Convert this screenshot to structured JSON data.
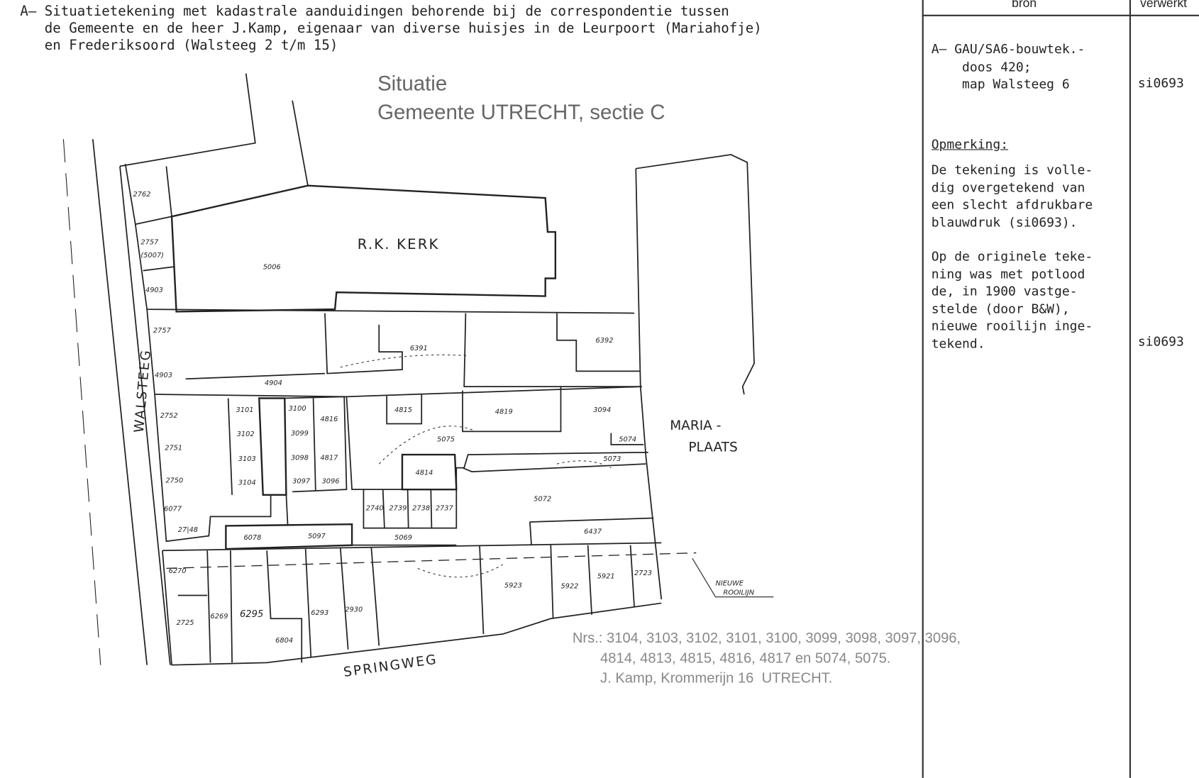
{
  "header": {
    "line1": "A— Situatietekening met kadastrale aanduidingen behorende bij de correspondentie tussen",
    "line2": "   de Gemeente en de heer J.Kamp, eigenaar van diverse huisjes in de Leurpoort (Mariahofje)",
    "line3": "   en Frederiksoord (Walsteeg 2 t/m 15)"
  },
  "table": {
    "col_bron": "bron",
    "col_verwerkt": "verwerkt",
    "source": [
      "A— GAU/SA6-bouwtek.-",
      "    doos 420;",
      "    map Walsteeg 6"
    ],
    "source_ref": "si0693",
    "remark_title": "Opmerking:",
    "remark1": [
      "De tekening is volle-",
      "dig overgetekend van",
      "een slecht afdrukbare",
      "blauwdruk (si0693)."
    ],
    "remark2": [
      "Op de originele teke-",
      "ning was met potlood",
      "de, in 1900 vastge-",
      "stelde (door B&W),",
      "nieuwe rooilijn inge-",
      "tekend."
    ],
    "remark_ref": "si0693"
  },
  "map": {
    "title1": "Situatie",
    "title2": "Gemeente UTRECHT, sectie C",
    "church": "R.K. KERK",
    "street_west": "WALSTEEG",
    "street_south": "SPRINGWEG",
    "square1": "MARIA -",
    "square2": "PLAATS",
    "rooilijn1": "NIEUWE",
    "rooilijn2": "ROOILIJN",
    "parcels": [
      "2762",
      "2757",
      "(5007)",
      "4903",
      "5006",
      "2757",
      "6391",
      "6392",
      "4903",
      "4904",
      "2752",
      "3101",
      "3100",
      "4816",
      "4815",
      "4819",
      "3094",
      "3102",
      "3099",
      "5075",
      "5074",
      "2751",
      "3103",
      "3098",
      "4817",
      "5073",
      "2750",
      "3104",
      "3097",
      "3096",
      "4814",
      "5072",
      "6077",
      "2740",
      "2739",
      "2738",
      "2737",
      "27|48",
      "6078",
      "5097",
      "5069",
      "6437",
      "6270",
      "5923",
      "5922",
      "5921",
      "2723",
      "6295",
      "6293",
      "2725",
      "6269",
      "2930",
      "6804"
    ],
    "note": [
      "Nrs.: 3104, 3103, 3102, 3101, 3100, 3099, 3098, 3097, 3096,",
      "       4814, 4813, 4815, 4816, 4817 en 5074, 5075.",
      "       J. Kamp, Krommerijn 16  UTRECHT."
    ]
  }
}
